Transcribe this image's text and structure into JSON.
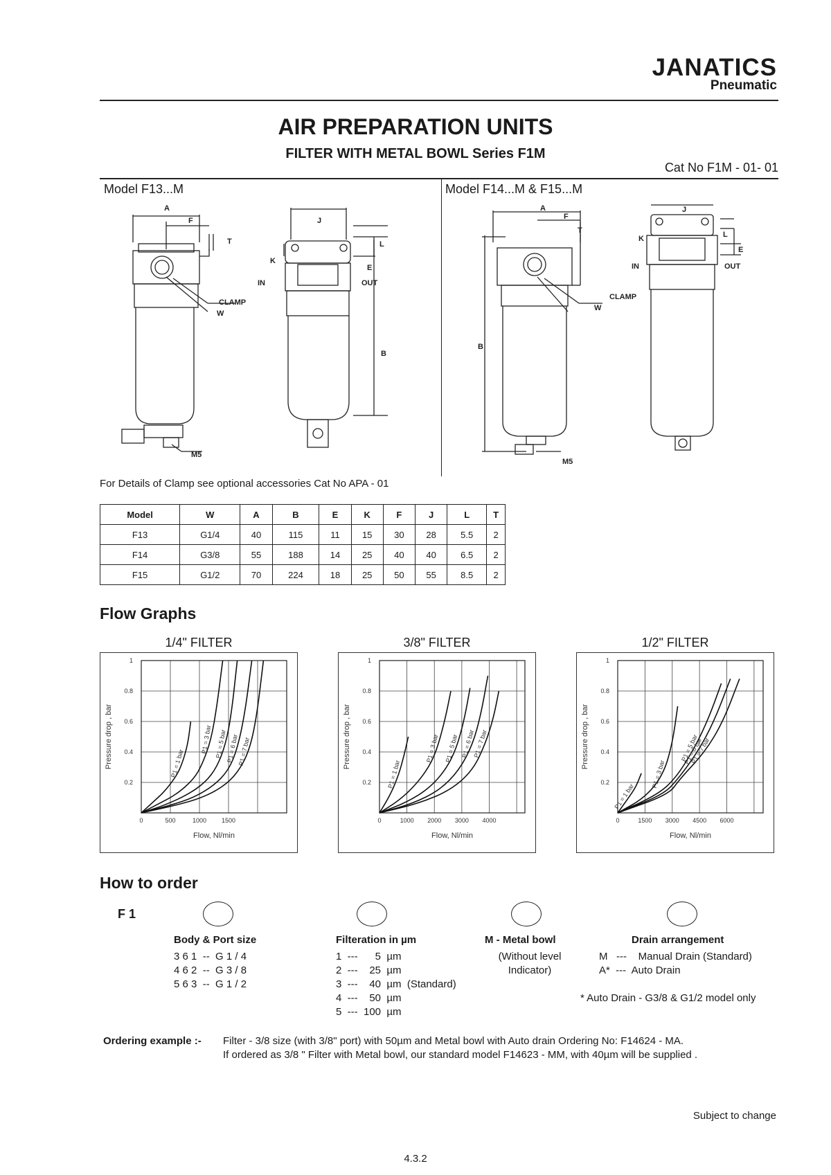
{
  "brand": {
    "name": "JANATICS",
    "tagline": "Pneumatic"
  },
  "title": "AIR PREPARATION UNITS",
  "subtitle": "FILTER WITH METAL BOWL  Series  F1M",
  "cat_no": "Cat No F1M - 01- 01",
  "drawings": {
    "left_model": "Model  F13...M",
    "right_model": "Model  F14...M & F15...M",
    "labels": {
      "A": "A",
      "F": "F",
      "T": "T",
      "J": "J",
      "L": "L",
      "K": "K",
      "E": "E",
      "B": "B",
      "IN": "IN",
      "OUT": "OUT",
      "CLAMP": "CLAMP",
      "W": "W",
      "M5": "M5"
    }
  },
  "clamp_note": "For Details of Clamp see optional accessories Cat No APA - 01",
  "dimensions_table": {
    "headers": [
      "Model",
      "W",
      "A",
      "B",
      "E",
      "K",
      "F",
      "J",
      "L",
      "T"
    ],
    "rows": [
      [
        "F13",
        "G1/4",
        "40",
        "115",
        "11",
        "15",
        "30",
        "28",
        "5.5",
        "2"
      ],
      [
        "F14",
        "G3/8",
        "55",
        "188",
        "14",
        "25",
        "40",
        "40",
        "6.5",
        "2"
      ],
      [
        "F15",
        "G1/2",
        "70",
        "224",
        "18",
        "25",
        "50",
        "55",
        "8.5",
        "2"
      ]
    ]
  },
  "flow_heading": "Flow Graphs",
  "chart_data": [
    {
      "type": "line",
      "title": "1/4\" FILTER",
      "xlabel": "Flow, Nl/min",
      "ylabel": "Pressure drop , bar",
      "xlim": [
        0,
        2500
      ],
      "ylim": [
        0,
        1
      ],
      "xticks": [
        "0",
        "500",
        "1000",
        "1500"
      ],
      "xtick_values": [
        0,
        500,
        1000,
        1500
      ],
      "yticks": [
        "0.2",
        "0.4",
        "0.6",
        "0.8",
        "1"
      ],
      "ytick_values": [
        0.2,
        0.4,
        0.6,
        0.8,
        1.0
      ],
      "grid": true,
      "series": [
        {
          "name": "P1 = 1 bar",
          "x": [
            0,
            200,
            400,
            600,
            700,
            800,
            850
          ],
          "y": [
            0,
            0.07,
            0.14,
            0.24,
            0.32,
            0.45,
            0.6
          ]
        },
        {
          "name": "P1 = 3 bar",
          "x": [
            0,
            300,
            600,
            900,
            1050,
            1200,
            1300,
            1400
          ],
          "y": [
            0,
            0.06,
            0.12,
            0.22,
            0.32,
            0.48,
            0.7,
            1.0
          ]
        },
        {
          "name": "P1 = 5 bar",
          "x": [
            0,
            400,
            800,
            1100,
            1300,
            1450,
            1550,
            1650
          ],
          "y": [
            0,
            0.05,
            0.12,
            0.2,
            0.3,
            0.45,
            0.65,
            1.0
          ]
        },
        {
          "name": "P1 = 6 bar",
          "x": [
            0,
            500,
            900,
            1250,
            1500,
            1650,
            1780,
            1900
          ],
          "y": [
            0,
            0.05,
            0.1,
            0.18,
            0.28,
            0.42,
            0.65,
            1.0
          ]
        },
        {
          "name": "P1 = 7 bar",
          "x": [
            0,
            600,
            1050,
            1400,
            1650,
            1850,
            1980,
            2100
          ],
          "y": [
            0,
            0.05,
            0.1,
            0.17,
            0.26,
            0.4,
            0.62,
            1.0
          ]
        }
      ]
    },
    {
      "type": "line",
      "title": "3/8\" FILTER",
      "xlabel": "Flow, Nl/min",
      "ylabel": "Pressure drop , bar",
      "xlim": [
        0,
        5300
      ],
      "ylim": [
        0,
        1
      ],
      "xticks": [
        "0",
        "1000",
        "2000",
        "3000",
        "4000"
      ],
      "xtick_values": [
        0,
        1000,
        2000,
        3000,
        4000
      ],
      "yticks": [
        "0.2",
        "0.4",
        "0.6",
        "0.8",
        "1"
      ],
      "ytick_values": [
        0.2,
        0.4,
        0.6,
        0.8,
        1.0
      ],
      "grid": true,
      "series": [
        {
          "name": "P1 = 1 bar",
          "x": [
            0,
            400,
            700,
            900,
            1050
          ],
          "y": [
            0,
            0.12,
            0.25,
            0.38,
            0.5
          ]
        },
        {
          "name": "P1 = 3 bar",
          "x": [
            0,
            700,
            1300,
            1800,
            2100,
            2400,
            2600
          ],
          "y": [
            0,
            0.08,
            0.18,
            0.3,
            0.42,
            0.62,
            0.8
          ]
        },
        {
          "name": "P1 = 5 bar",
          "x": [
            0,
            1000,
            1800,
            2400,
            2800,
            3100,
            3300
          ],
          "y": [
            0,
            0.07,
            0.16,
            0.28,
            0.42,
            0.62,
            0.82
          ]
        },
        {
          "name": "P1 = 6 bar",
          "x": [
            0,
            1200,
            2200,
            2900,
            3400,
            3700,
            3950
          ],
          "y": [
            0,
            0.06,
            0.15,
            0.28,
            0.45,
            0.65,
            0.9
          ]
        },
        {
          "name": "P1 = 7 bar",
          "x": [
            0,
            1400,
            2600,
            3400,
            3850,
            4150,
            4350
          ],
          "y": [
            0,
            0.06,
            0.15,
            0.28,
            0.45,
            0.62,
            0.8
          ]
        }
      ]
    },
    {
      "type": "line",
      "title": "1/2\" FILTER",
      "xlabel": "Flow, Nl/min",
      "ylabel": "Pressure drop , bar",
      "xlim": [
        0,
        8000
      ],
      "ylim": [
        0,
        1
      ],
      "xticks": [
        "0",
        "1500",
        "3000",
        "4500",
        "6000"
      ],
      "xtick_values": [
        0,
        1500,
        3000,
        4500,
        6000
      ],
      "yticks": [
        "0.2",
        "0.4",
        "0.6",
        "0.8",
        "1"
      ],
      "ytick_values": [
        0.2,
        0.4,
        0.6,
        0.8,
        1.0
      ],
      "grid": true,
      "series": [
        {
          "name": "P1 = 1 bar",
          "x": [
            0,
            600,
            1000,
            1300
          ],
          "y": [
            0,
            0.1,
            0.17,
            0.26
          ]
        },
        {
          "name": "P1 = 3 bar",
          "x": [
            0,
            1500,
            2500,
            3000,
            3300
          ],
          "y": [
            0,
            0.1,
            0.25,
            0.45,
            0.7
          ]
        },
        {
          "name": "P1 = 5 bar",
          "x": [
            0,
            2200,
            3200,
            4200,
            5000,
            5700
          ],
          "y": [
            0,
            0.12,
            0.23,
            0.42,
            0.62,
            0.85
          ]
        },
        {
          "name": "P1 = 6 bar",
          "x": [
            0,
            2500,
            3300,
            4400,
            5300,
            6200
          ],
          "y": [
            0,
            0.12,
            0.22,
            0.4,
            0.6,
            0.88
          ]
        },
        {
          "name": "P1 = 7 bar",
          "x": [
            0,
            2800,
            3400,
            4800,
            5800,
            6700
          ],
          "y": [
            0,
            0.12,
            0.22,
            0.4,
            0.6,
            0.88
          ]
        }
      ]
    }
  ],
  "order": {
    "heading": "How to order",
    "prefix": "F 1",
    "groups": {
      "body": {
        "title": "Body & Port size",
        "lines": [
          "3 6 1  --  G 1 / 4",
          "4 6 2  --  G 3 / 8",
          "5 6 3  --  G 1 / 2"
        ]
      },
      "filtration": {
        "title": "Filteration in µm",
        "lines": [
          "1  ---      5  µm",
          "2  ---    25  µm",
          "3  ---    40  µm  (Standard)",
          "4  ---    50  µm",
          "5  ---  100  µm"
        ]
      },
      "bowl": {
        "title": "M  -  Metal bowl",
        "lines": [
          "(Without level",
          "Indicator)"
        ]
      },
      "drain": {
        "title": "Drain arrangement",
        "lines": [
          "M   ---    Manual Drain (Standard)",
          "A*  ---  Auto Drain"
        ],
        "note": "* Auto Drain - G3/8 & G1/2 model only"
      }
    },
    "example_label": "Ordering example :-",
    "example_lines": [
      "Filter - 3/8 size (with 3/8\" port) with 50µm and Metal bowl with Auto drain Ordering No: F14624 - MA.",
      "If ordered as 3/8 \" Filter with Metal bowl, our standard model F14623 - MM, with 40µm will be supplied ."
    ]
  },
  "footer": {
    "notice": "Subject to change",
    "page": "4.3.2"
  }
}
